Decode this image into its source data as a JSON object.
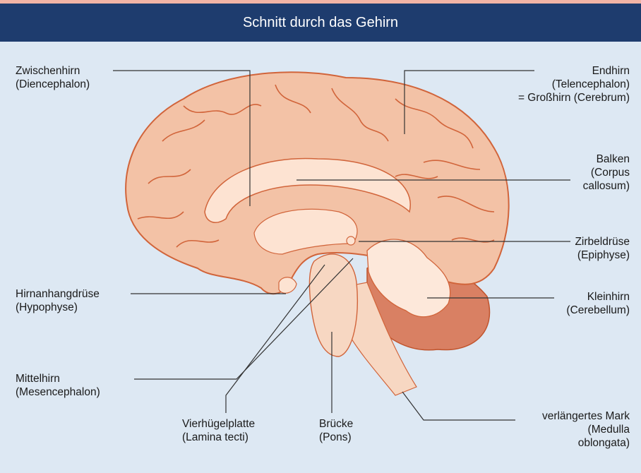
{
  "header": {
    "title": "Schnitt durch das Gehirn"
  },
  "labels": {
    "zwischenhirn": {
      "line1": "Zwischenhirn",
      "line2": "(Diencephalon)"
    },
    "endhirn": {
      "line1": "Endhirn",
      "line2": "(Telencephalon)",
      "line3": "= Großhirn (Cerebrum)"
    },
    "balken": {
      "line1": "Balken",
      "line2": "(Corpus",
      "line3": "callosum)"
    },
    "zirbeldruese": {
      "line1": "Zirbeldrüse",
      "line2": "(Epiphyse)"
    },
    "hirnanhangdruese": {
      "line1": "Hirnanhangdrüse",
      "line2": "(Hypophyse)"
    },
    "kleinhirn": {
      "line1": "Kleinhirn",
      "line2": "(Cerebellum)"
    },
    "mittelhirn": {
      "line1": "Mittelhirn",
      "line2": "(Mesencephalon)"
    },
    "vierhuegelplatte": {
      "line1": "Vierhügelplatte",
      "line2": "(Lamina tecti)"
    },
    "bruecke": {
      "line1": "Brücke",
      "line2": "(Pons)"
    },
    "verlaengertes_mark": {
      "line1": "verlängertes Mark",
      "line2": "(Medulla",
      "line3": "oblongata)"
    }
  },
  "colors": {
    "header_bg": "#1e3c6e",
    "background": "#dde8f3",
    "cerebrum": "#f3c2a6",
    "outline": "#d1643a",
    "inner_light": "#fde3d2",
    "cerebellum_dark": "#d98063",
    "brainstem": "#f7d7c2"
  }
}
